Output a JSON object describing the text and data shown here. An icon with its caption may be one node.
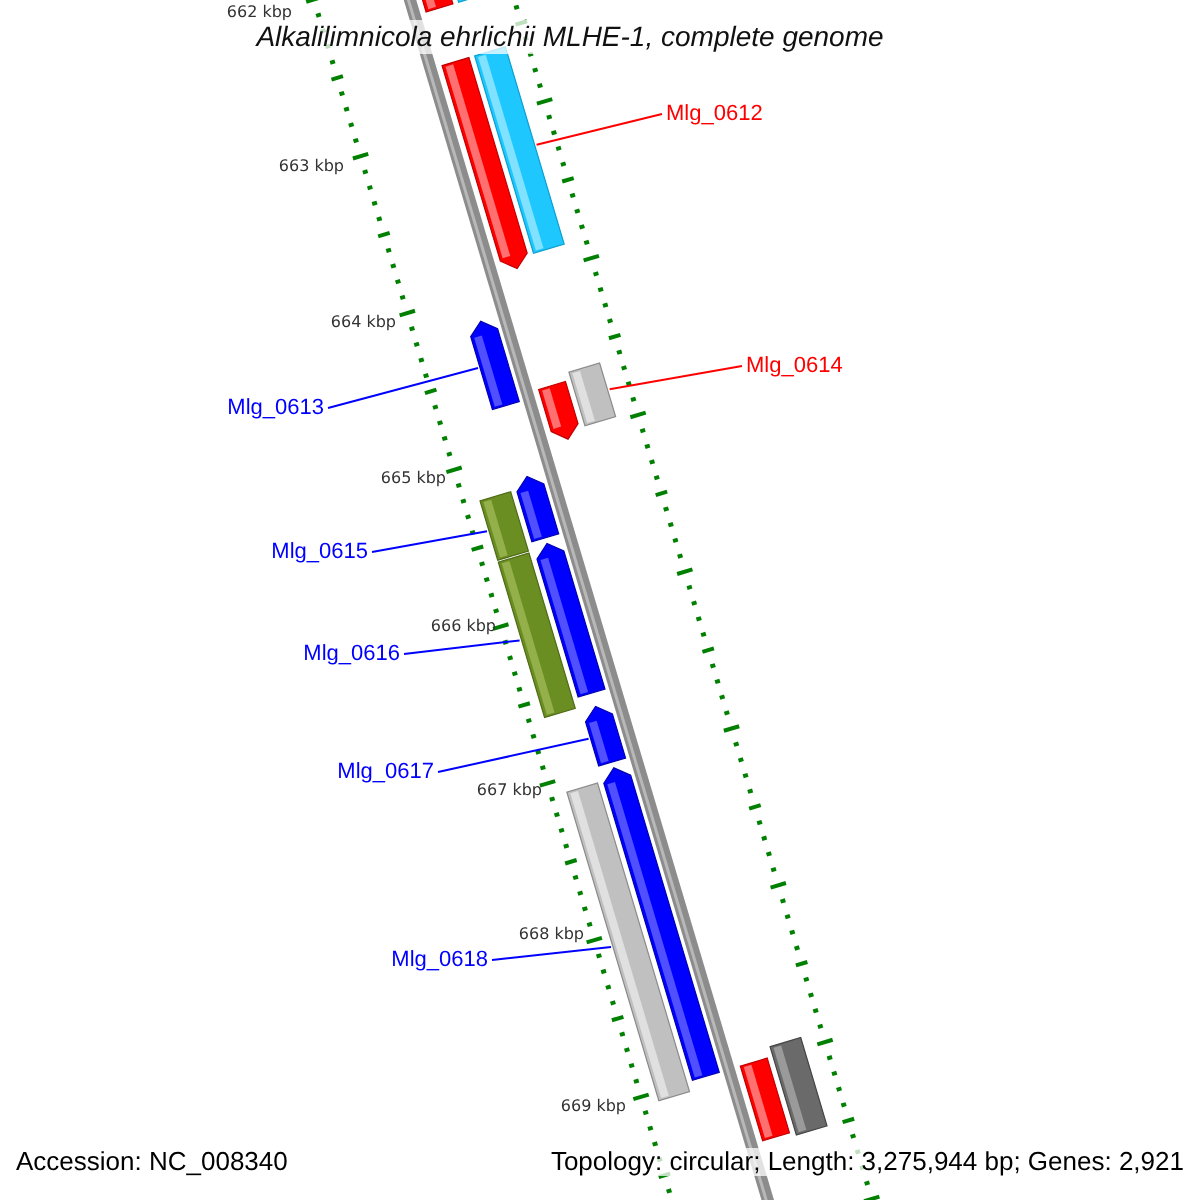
{
  "diagram": {
    "title": "Alkalilimnicola ehrlichii MLHE-1, complete genome",
    "nodes": [
      {
        "text": [
          "Mlg_0612"
        ]
      },
      {
        "text": [
          "Mlg_0614"
        ]
      },
      {
        "text": [
          "Mlg_0613"
        ]
      },
      {
        "text": [
          "Mlg_0615"
        ]
      },
      {
        "text": [
          "Mlg_0616"
        ]
      },
      {
        "text": [
          "Mlg_0617"
        ]
      },
      {
        "text": [
          "Mlg_0618"
        ]
      },
      {
        "text": [],
        "shape": "bar"
      },
      {
        "text": [],
        "shape": "bar"
      },
      {
        "text": [],
        "shape": "arrow"
      },
      {
        "text": [],
        "shape": "bar"
      },
      {
        "text": [],
        "shape": "arrow"
      },
      {
        "text": [],
        "shape": "bar"
      },
      {
        "text": [],
        "shape": "arrow"
      },
      {
        "text": [],
        "shape": "arrow"
      },
      {
        "text": [],
        "shape": "bar"
      },
      {
        "text": [],
        "shape": "arrow"
      },
      {
        "text": [],
        "shape": "bar"
      },
      {
        "text": [],
        "shape": "arrow"
      },
      {
        "text": [],
        "shape": "arrow"
      },
      {
        "text": [],
        "shape": "bar"
      },
      {
        "text": [],
        "shape": "bar"
      },
      {
        "text": [],
        "shape": "bar"
      }
    ],
    "edges": [
      {
        "from": 0,
        "to": 10,
        "arrow": "none",
        "color": "#ff0000"
      },
      {
        "from": 1,
        "to": 12,
        "arrow": "none",
        "color": "#ff0000"
      },
      {
        "from": 2,
        "to": 11,
        "arrow": "none"
      },
      {
        "from": 3,
        "to": 15,
        "arrow": "none"
      },
      {
        "from": 4,
        "to": 17,
        "arrow": "none"
      },
      {
        "from": 5,
        "to": 18,
        "arrow": "none"
      },
      {
        "from": 6,
        "to": 20,
        "arrow": "none"
      }
    ],
    "labels": [
      "662 kbp",
      "663 kbp",
      "664 kbp",
      "665 kbp",
      "666 kbp",
      "667 kbp",
      "668 kbp",
      "669 kbp",
      "Accession: NC_008340",
      "Topology: circular; Length: 3,275,944 bp; Genes: 2,921"
    ]
  }
}
